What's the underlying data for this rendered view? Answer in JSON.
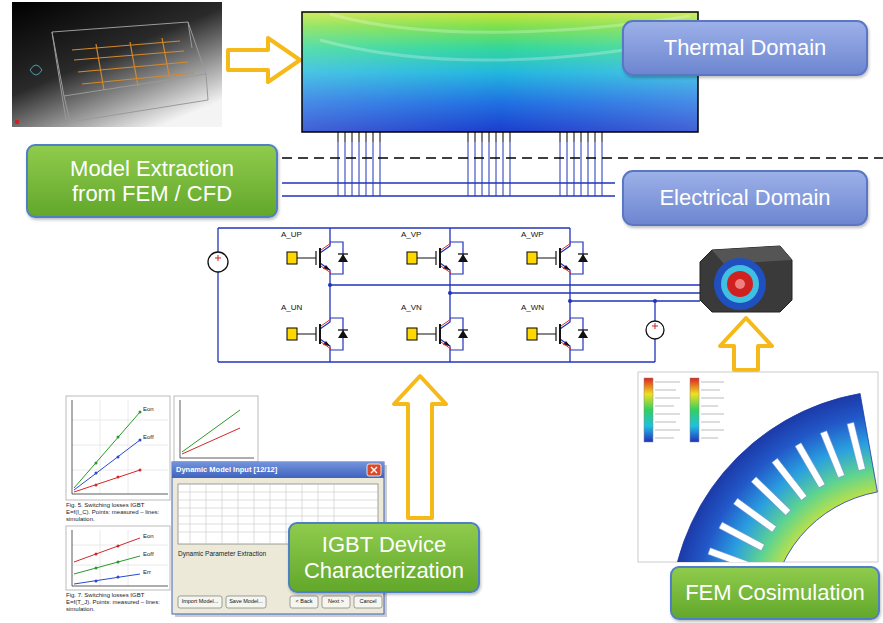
{
  "diagram": {
    "nodes": [
      {
        "text": [
          "Thermal Domain"
        ]
      },
      {
        "text": [
          "Model Extraction from FEM / CFD"
        ]
      },
      {
        "text": [
          "Electrical Domain"
        ]
      },
      {
        "text": [
          "IGBT Device Characterization"
        ]
      },
      {
        "text": [
          "FEM Cosimulation"
        ]
      }
    ],
    "labels": [
      "A_UP",
      "A_VP",
      "A_WP",
      "A_UN",
      "A_VN",
      "A_WN",
      "Fig. 5. Switching losses IGBT E=f(I_C). Points: measured – lines: simulation.",
      "Eon",
      "Eoff",
      "Fig. 7. Switching losses IGBT E=f(T_J). Points: measured – lines: simulation.",
      "Eon",
      "Eoff",
      "Err",
      "Dynamic Model Input [12/12]",
      "Dynamic Parameter Extraction",
      "Import Model...",
      "Save Model...",
      "< Back",
      "Next >",
      "Cancel"
    ]
  }
}
